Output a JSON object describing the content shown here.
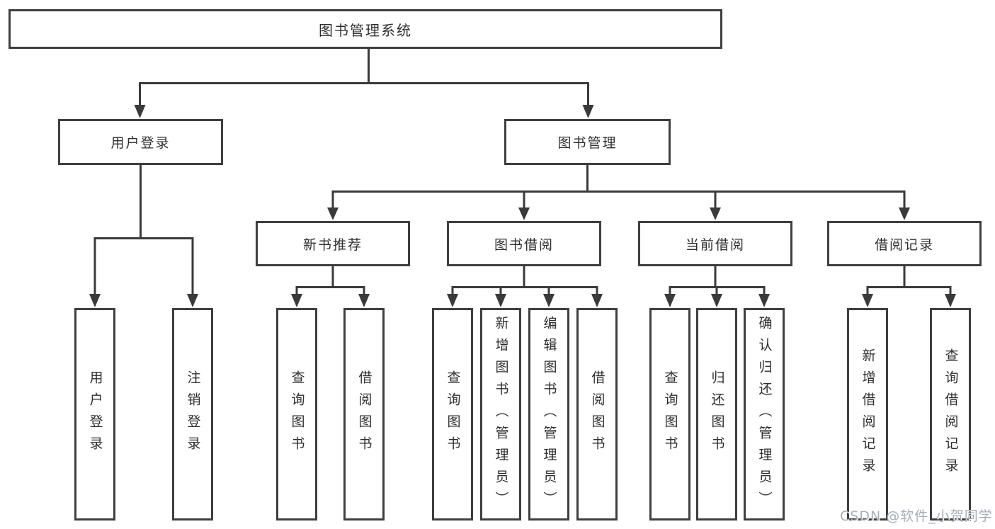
{
  "colors": {
    "line": "#3a3a3a",
    "box_border": "#3f3f3f",
    "text": "#2f2f2f",
    "watermark_text": "#a9aeb6",
    "background": "#ffffff"
  },
  "diagram": {
    "root": {
      "label": "图书管理系统"
    },
    "branches": [
      {
        "label": "用户登录",
        "children": [
          {
            "label": "用户登录"
          },
          {
            "label": "注销登录"
          }
        ]
      },
      {
        "label": "图书管理",
        "children": [
          {
            "label": "新书推荐",
            "children": [
              {
                "label": "查询图书"
              },
              {
                "label": "借阅图书"
              }
            ]
          },
          {
            "label": "图书借阅",
            "children": [
              {
                "label": "查询图书"
              },
              {
                "label": "新增图书（管理员）"
              },
              {
                "label": "编辑图书（管理员）"
              },
              {
                "label": "借阅图书"
              }
            ]
          },
          {
            "label": "当前借阅",
            "children": [
              {
                "label": "查询图书"
              },
              {
                "label": "归还图书"
              },
              {
                "label": "确认归还（管理员）"
              }
            ]
          },
          {
            "label": "借阅记录",
            "children": [
              {
                "label": "新增借阅记录"
              },
              {
                "label": "查询借阅记录"
              }
            ]
          }
        ]
      }
    ]
  },
  "watermark": {
    "text": "CSDN @软件_小贺同学"
  }
}
